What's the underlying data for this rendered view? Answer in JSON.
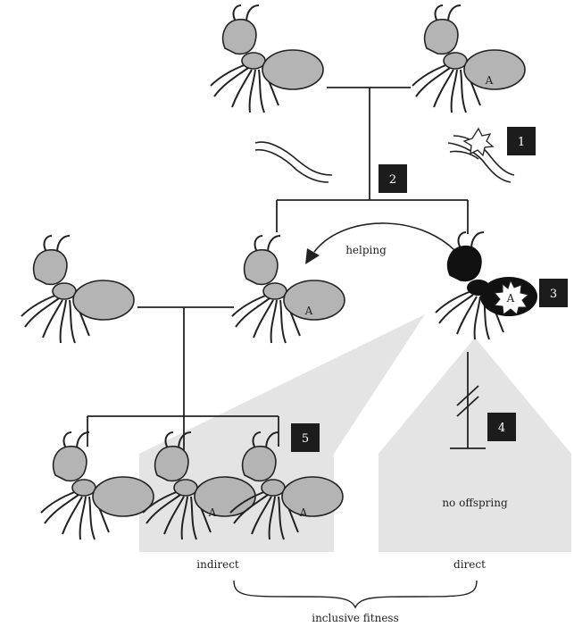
{
  "colors": {
    "body_fill": "#b4b4b4",
    "outline": "#222222",
    "shade": "#e4e4e4",
    "mutant": "#111111",
    "badge": "#1c1c1c"
  },
  "labels": {
    "helping": "helping",
    "no_offspring": "no offspring",
    "indirect": "indirect",
    "direct": "direct",
    "inclusive_fitness": "inclusive fitness",
    "allele": "A"
  },
  "badges": [
    "1",
    "2",
    "3",
    "4",
    "5"
  ],
  "icons": {
    "ant": "ant-icon",
    "sperm": "sperm-icon",
    "mutation": "starburst-icon"
  }
}
